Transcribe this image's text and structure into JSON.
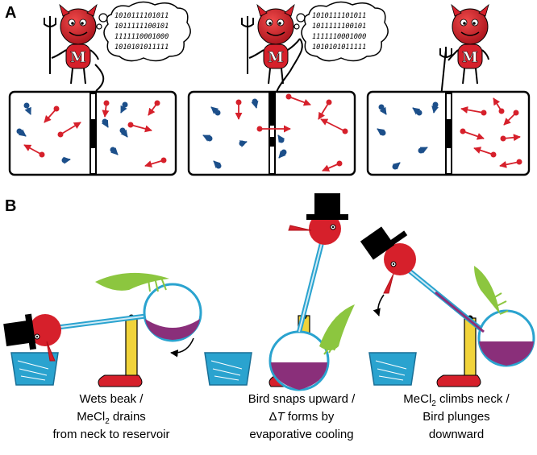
{
  "panels": {
    "a": {
      "label": "A",
      "bits_stages": [
        [
          "1010111101011",
          "1011111100101",
          "1111110001000",
          "1010101011111"
        ],
        [
          "1010111101011",
          "1011111100101",
          "1111110001000",
          "1010101011111"
        ]
      ]
    },
    "b": {
      "label": "B",
      "captions": [
        {
          "lines": [
            [
              {
                "t": "Wets beak /"
              }
            ],
            [
              {
                "t": "MeCl"
              },
              {
                "t": "2",
                "sub": true
              },
              {
                "t": " drains"
              }
            ],
            [
              {
                "t": "from neck to reservoir"
              }
            ]
          ]
        },
        {
          "lines": [
            [
              {
                "t": "Bird snaps upward /"
              }
            ],
            [
              {
                "t": "Δ"
              },
              {
                "t": "T",
                "italic": true
              },
              {
                "t": " forms by"
              }
            ],
            [
              {
                "t": "evaporative cooling"
              }
            ]
          ]
        },
        {
          "lines": [
            [
              {
                "t": "MeCl"
              },
              {
                "t": "2",
                "sub": true
              },
              {
                "t": " climbs neck /"
              }
            ],
            [
              {
                "t": "Bird plunges"
              }
            ],
            [
              {
                "t": "downward"
              }
            ]
          ]
        }
      ]
    }
  },
  "colors": {
    "demon_red": "#d6202b",
    "fast_molecule": "#d6202b",
    "slow_molecule": "#1c4f8a",
    "glass_blue": "#2aa3cf",
    "liquid_purple": "#8a2f7a",
    "stand_yellow": "#f1d33a",
    "feather_green": "#8cc63f"
  }
}
